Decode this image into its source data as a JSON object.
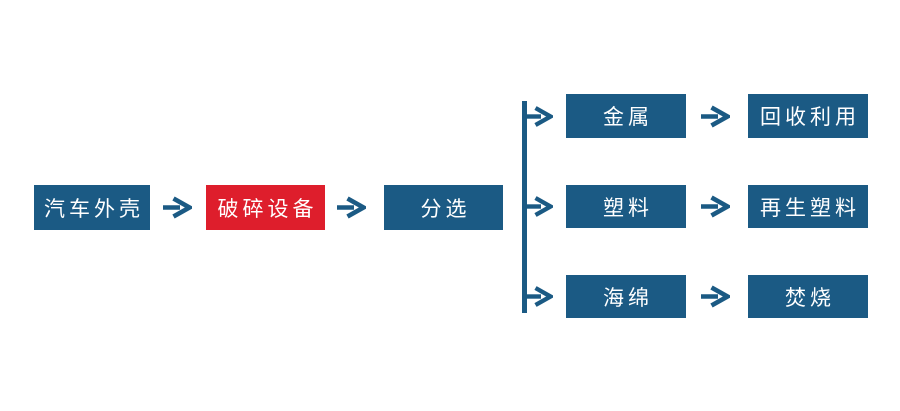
{
  "diagram": {
    "title_semantic": "car-shell-recycling-flowchart",
    "background": "#ffffff",
    "colors": {
      "primary_blue": "#1B5A84",
      "accent_red": "#DE1E2C",
      "text_white": "#ffffff"
    },
    "main_flow": {
      "nodes": [
        {
          "label": "汽车外壳",
          "style": "blue"
        },
        {
          "label": "破碎设备",
          "style": "red"
        },
        {
          "label": "分选",
          "style": "blue"
        }
      ]
    },
    "branches": [
      {
        "material": "金属",
        "outcome": "回收利用"
      },
      {
        "material": "塑料",
        "outcome": "再生塑料"
      },
      {
        "material": "海绵",
        "outcome": "焚烧"
      }
    ]
  }
}
